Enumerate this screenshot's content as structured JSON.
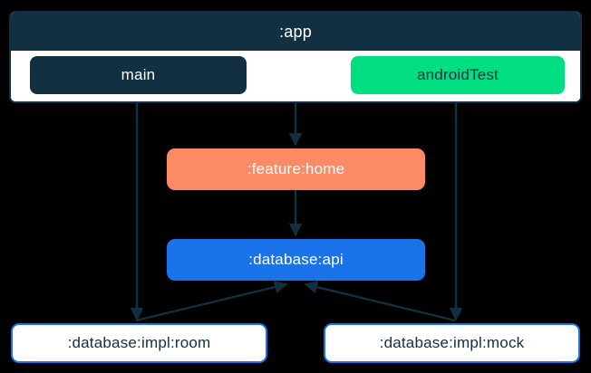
{
  "diagram": {
    "type": "module-dependency-graph",
    "background_color": "#000000",
    "edge_color": "#123041",
    "cluster": {
      "id": "app",
      "title": ":app",
      "header_color": "#123041",
      "body_color": "#ffffff",
      "border_color": "#123041",
      "source_sets": [
        {
          "id": "main",
          "label": "main",
          "fill": "#123041",
          "text_color": "#ffffff"
        },
        {
          "id": "androidTest",
          "label": "androidTest",
          "fill": "#00DE82",
          "text_color": "#123041"
        }
      ]
    },
    "nodes": [
      {
        "id": "feature-home",
        "label": ":feature:home",
        "fill": "#FC8A65",
        "text_color": "#ffffff",
        "border_color": "#FC8A65"
      },
      {
        "id": "database-api",
        "label": ":database:api",
        "fill": "#1A73E8",
        "text_color": "#ffffff",
        "border_color": "#1A73E8"
      },
      {
        "id": "database-impl-room",
        "label": ":database:impl:room",
        "fill": "#ffffff",
        "text_color": "#123041",
        "border_color": "#1A73E8"
      },
      {
        "id": "database-impl-mock",
        "label": ":database:impl:mock",
        "fill": "#ffffff",
        "text_color": "#123041",
        "border_color": "#1A73E8"
      }
    ],
    "edges": [
      {
        "from": "app",
        "to": "feature-home",
        "style": "solid",
        "arrow": "to"
      },
      {
        "from": "main",
        "to": "database-impl-room",
        "style": "solid",
        "arrow": "to"
      },
      {
        "from": "androidTest",
        "to": "database-impl-mock",
        "style": "solid",
        "arrow": "to"
      },
      {
        "from": "feature-home",
        "to": "database-api",
        "style": "solid",
        "arrow": "to"
      },
      {
        "from": "database-impl-room",
        "to": "database-api",
        "style": "solid",
        "arrow": "to"
      },
      {
        "from": "database-impl-mock",
        "to": "database-api",
        "style": "solid",
        "arrow": "to"
      }
    ]
  }
}
